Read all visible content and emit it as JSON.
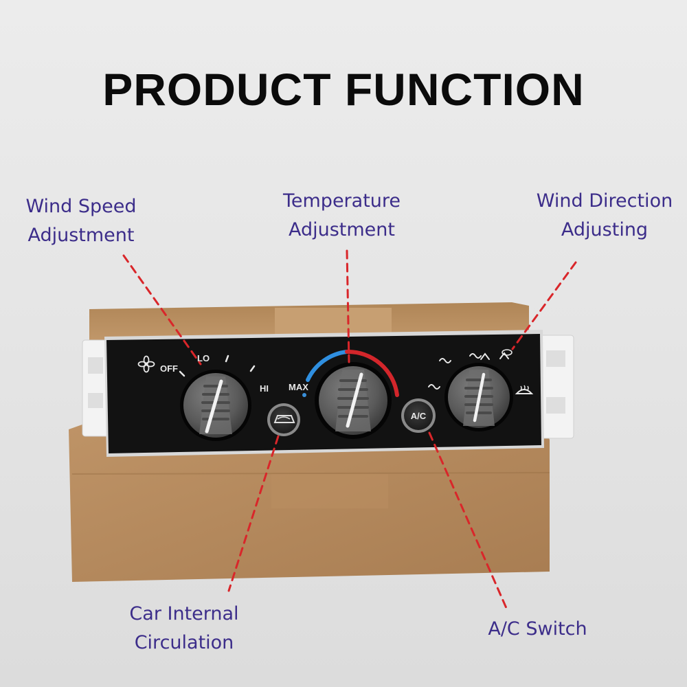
{
  "title": "PRODUCT FUNCTION",
  "colors": {
    "label_text": "#3c2d8a",
    "leader_line": "#d9262a",
    "panel": "#121212",
    "cardboard": "#b58a5c"
  },
  "labels": {
    "wind_speed": {
      "line1": "Wind Speed",
      "line2": "Adjustment"
    },
    "temperature": {
      "line1": "Temperature",
      "line2": "Adjustment"
    },
    "wind_direction": {
      "line1": "Wind Direction",
      "line2": "Adjusting"
    },
    "internal_circulation": {
      "line1": "Car Internal",
      "line2": "Circulation"
    },
    "ac_switch": {
      "line1": "A/C Switch"
    }
  },
  "panel_marks": {
    "off": "OFF",
    "lo": "LO",
    "hi": "HI",
    "max": "MAX",
    "ac": "A/C"
  },
  "icons": [
    "fan-icon",
    "recirculation-icon",
    "defrost-icon",
    "vent-icon",
    "floor-vent-icon"
  ]
}
